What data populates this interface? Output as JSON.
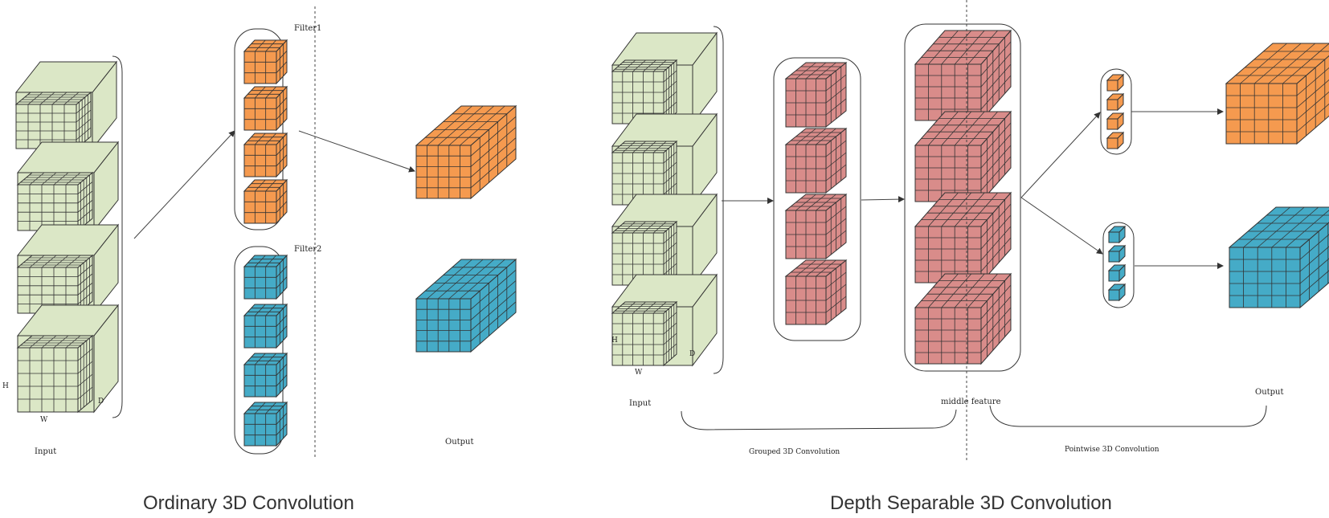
{
  "colors": {
    "input": "#dbe7c6",
    "filter1": "#f59a4f",
    "filter2": "#45abc7",
    "middle": "#d98c8a",
    "stroke": "#333333"
  },
  "left": {
    "caption": "Ordinary 3D Convolution",
    "input_label": "Input",
    "h_label": "H",
    "w_label": "W",
    "d_label": "D",
    "filter1_label": "Filter1",
    "filter2_label": "Filter2",
    "output_label": "Output"
  },
  "right": {
    "caption": "Depth Separable 3D Convolution",
    "input_label": "Input",
    "h_label": "H",
    "w_label": "W",
    "d_label": "D",
    "middle_label": "middle feature",
    "grouped_label": "Grouped 3D Convolution",
    "pointwise_label": "Pointwise 3D Convolution",
    "output_label": "Output"
  }
}
